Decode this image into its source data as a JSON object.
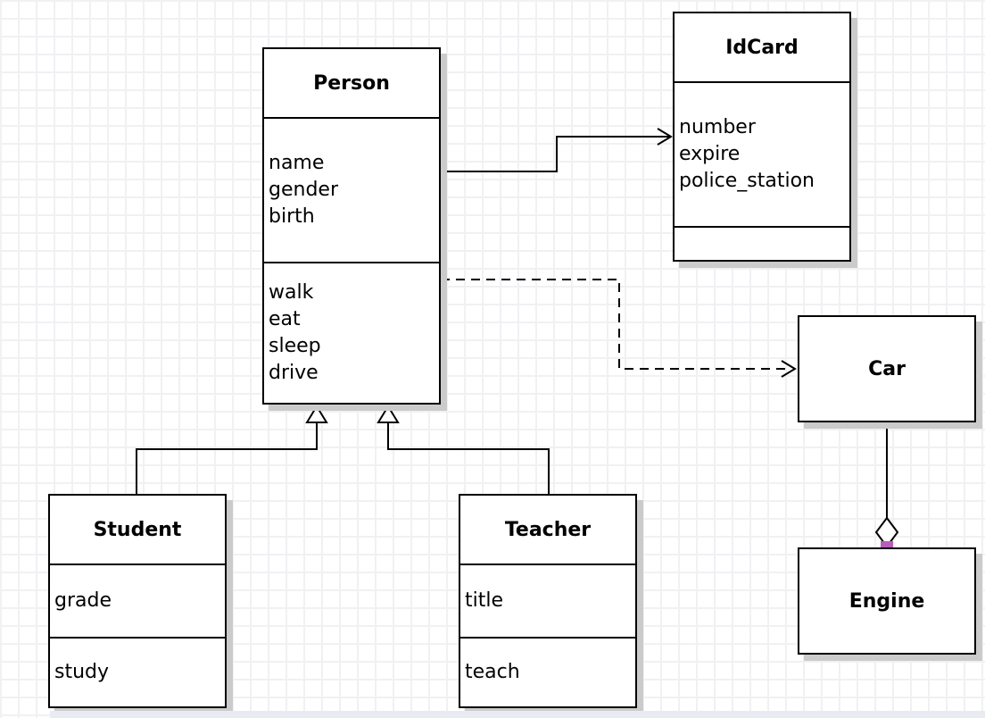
{
  "diagram_type": "uml-class-diagram",
  "classes": {
    "person": {
      "name": "Person",
      "attributes": [
        "name",
        "gender",
        "birth"
      ],
      "methods": [
        "walk",
        "eat",
        "sleep",
        "drive"
      ]
    },
    "idcard": {
      "name": "IdCard",
      "attributes": [
        "number",
        "expire",
        "police_station"
      ],
      "methods": []
    },
    "car": {
      "name": "Car",
      "attributes": [],
      "methods": []
    },
    "engine": {
      "name": "Engine",
      "attributes": [],
      "methods": []
    },
    "student": {
      "name": "Student",
      "attributes": [
        "grade"
      ],
      "methods": [
        "study"
      ]
    },
    "teacher": {
      "name": "Teacher",
      "attributes": [
        "title"
      ],
      "methods": [
        "teach"
      ]
    }
  },
  "relationships": [
    {
      "from": "Person",
      "to": "IdCard",
      "type": "association",
      "line": "solid",
      "marker": "open-arrow"
    },
    {
      "from": "Person",
      "to": "Car",
      "type": "dependency",
      "line": "dashed",
      "marker": "open-arrow"
    },
    {
      "from": "Student",
      "to": "Person",
      "type": "generalization",
      "line": "solid",
      "marker": "hollow-triangle"
    },
    {
      "from": "Teacher",
      "to": "Person",
      "type": "generalization",
      "line": "solid",
      "marker": "hollow-triangle"
    },
    {
      "from": "Car",
      "to": "Engine",
      "type": "aggregation",
      "line": "solid",
      "marker": "hollow-diamond"
    }
  ],
  "colors": {
    "line": "#000000",
    "box_fill": "#ffffff",
    "grid_line": "#f1f1f4",
    "shadow": "#cbcbcb",
    "endpoint_marker": "#b55fbb",
    "page_edge": "#e9ebf2"
  }
}
